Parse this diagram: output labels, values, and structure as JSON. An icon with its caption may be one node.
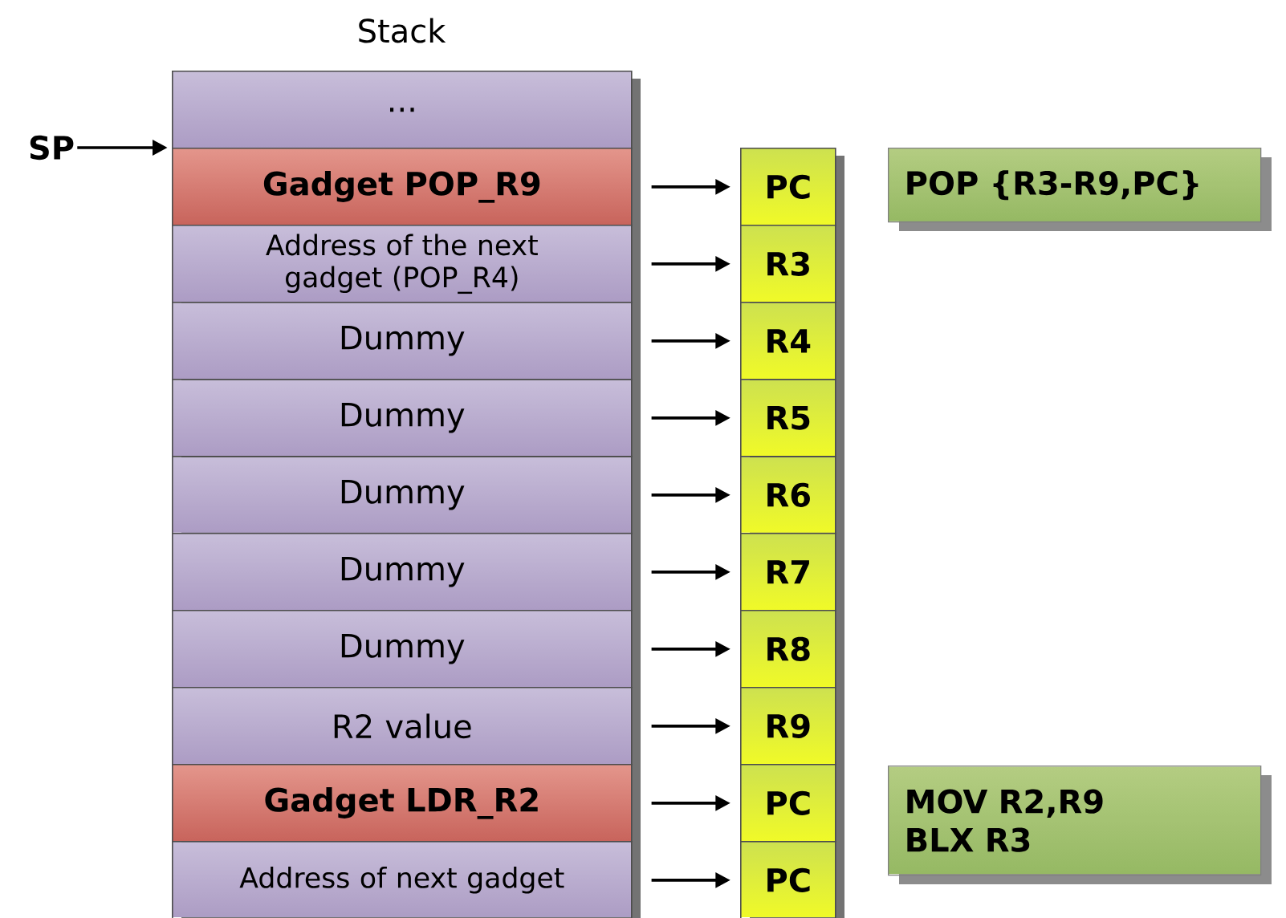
{
  "diagram": {
    "title": "Stack",
    "nodes": [
      {
        "text": [
          "SP"
        ]
      },
      {
        "text": [
          "..."
        ]
      },
      {
        "text": [
          "Gadget POP_R9"
        ]
      },
      {
        "text": [
          "Address of the next gadget (POP_R4)"
        ]
      },
      {
        "text": [
          "Dummy"
        ]
      },
      {
        "text": [
          "Dummy"
        ]
      },
      {
        "text": [
          "Dummy"
        ]
      },
      {
        "text": [
          "Dummy"
        ]
      },
      {
        "text": [
          "Dummy"
        ]
      },
      {
        "text": [
          "R2 value"
        ]
      },
      {
        "text": [
          "Gadget LDR_R2"
        ]
      },
      {
        "text": [
          "Address of next gadget"
        ]
      },
      {
        "text": [
          "PC"
        ]
      },
      {
        "text": [
          "R3"
        ]
      },
      {
        "text": [
          "R4"
        ]
      },
      {
        "text": [
          "R5"
        ]
      },
      {
        "text": [
          "R6"
        ]
      },
      {
        "text": [
          "R7"
        ]
      },
      {
        "text": [
          "R8"
        ]
      },
      {
        "text": [
          "R9"
        ]
      },
      {
        "text": [
          "PC"
        ]
      },
      {
        "text": [
          "PC"
        ]
      },
      {
        "text": [
          "POP {R3-R9,PC}"
        ]
      },
      {
        "text": [
          "MOV R2,R9",
          "BLX R3"
        ]
      }
    ],
    "edges": [
      {
        "from": 0,
        "to": 2,
        "arrow": "to"
      },
      {
        "from": 2,
        "to": 12,
        "arrow": "to"
      },
      {
        "from": 3,
        "to": 13,
        "arrow": "to"
      },
      {
        "from": 4,
        "to": 14,
        "arrow": "to"
      },
      {
        "from": 5,
        "to": 15,
        "arrow": "to"
      },
      {
        "from": 6,
        "to": 16,
        "arrow": "to"
      },
      {
        "from": 7,
        "to": 17,
        "arrow": "to"
      },
      {
        "from": 8,
        "to": 18,
        "arrow": "to"
      },
      {
        "from": 9,
        "to": 19,
        "arrow": "to"
      },
      {
        "from": 10,
        "to": 20,
        "arrow": "to"
      },
      {
        "from": 11,
        "to": 21,
        "arrow": "to"
      }
    ]
  }
}
